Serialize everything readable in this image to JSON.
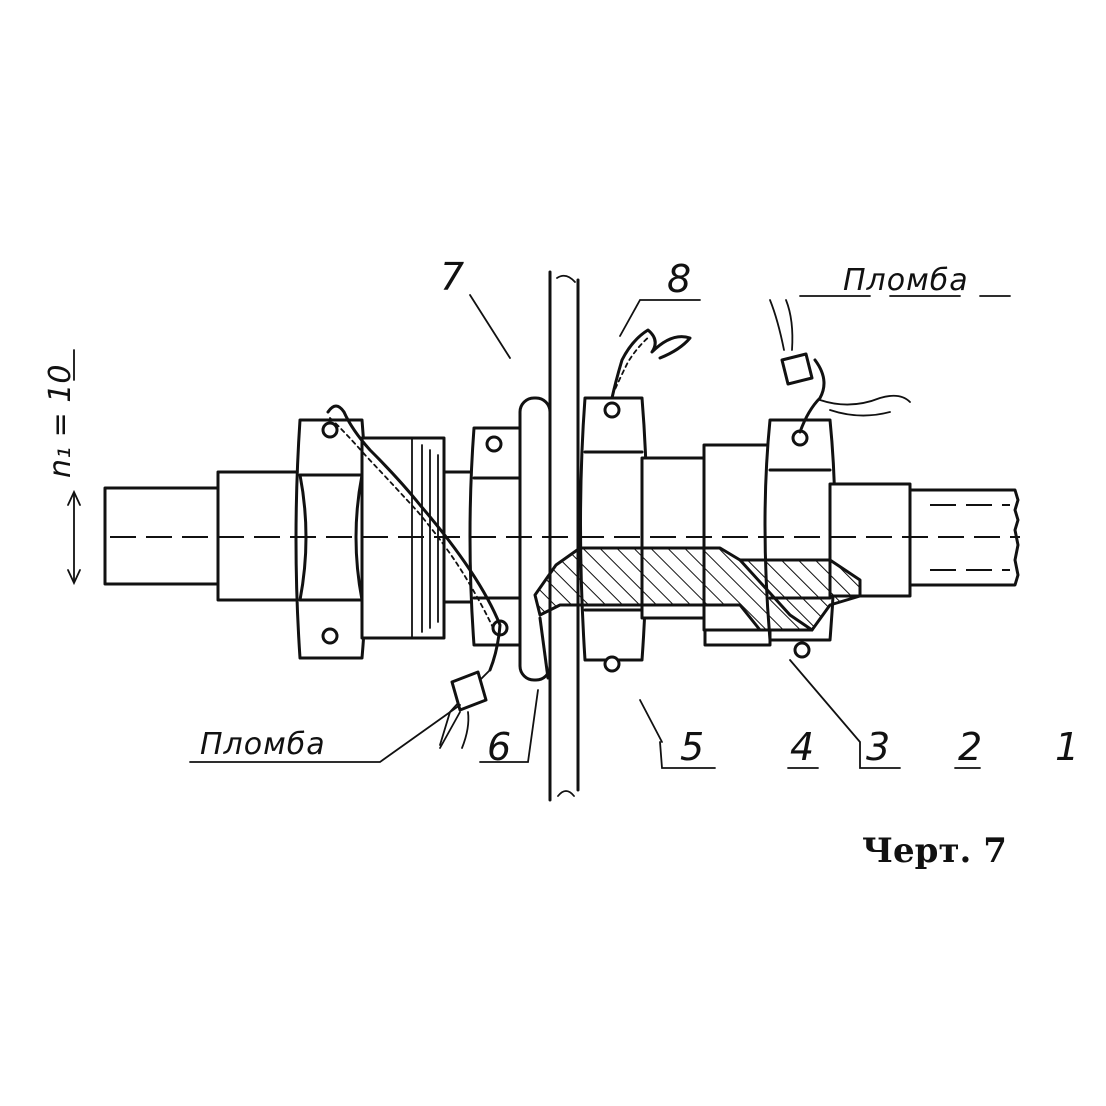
{
  "title": "",
  "labels": {
    "n1": "n₁ = 10",
    "seal_top": "Пломба",
    "seal_bottom": "Пломба",
    "part_1": "1",
    "part_2": "2",
    "part_3": "3",
    "part_4": "4",
    "part_5": "5",
    "part_6": "6",
    "part_7": "7",
    "part_8": "8"
  },
  "caption": "Черт. 7"
}
